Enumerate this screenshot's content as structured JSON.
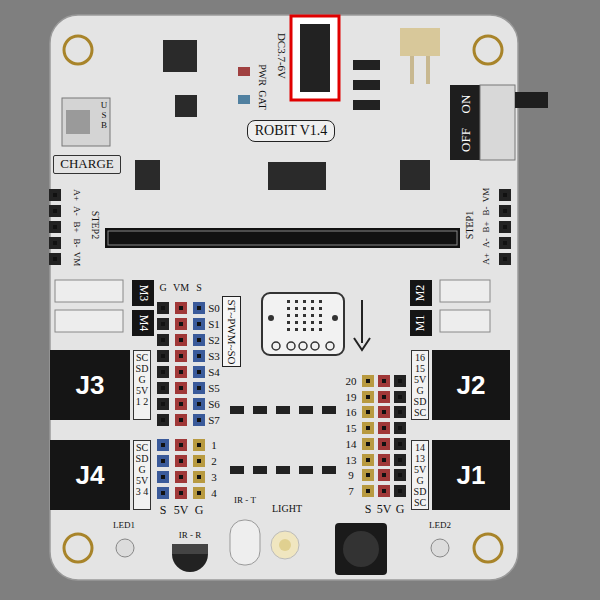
{
  "diagram": {
    "nodes": [
      {
        "text": [
          "ROBIT V1.4"
        ]
      },
      {
        "text": [
          "CHARGE"
        ]
      },
      {
        "text": [
          "J3"
        ]
      },
      {
        "text": [
          "J2"
        ]
      },
      {
        "text": [
          "J4"
        ]
      },
      {
        "text": [
          "J1"
        ]
      },
      {
        "text": [
          "M3"
        ]
      },
      {
        "text": [
          "M4"
        ]
      },
      {
        "text": [
          "M2"
        ]
      },
      {
        "text": [
          "M1"
        ]
      },
      {
        "text": [
          "ST~PWM~SO"
        ]
      },
      {
        "text": [
          "SC SD G 5V 1 2"
        ]
      },
      {
        "text": [
          "16 15 5V G SD SC"
        ]
      },
      {
        "text": [
          "SC SD G 5V 3 4"
        ]
      },
      {
        "text": [
          "14 13 5V G SD SC"
        ]
      }
    ],
    "labels": [
      "USB",
      "PWR",
      "GAT",
      "DC3.7-6V",
      "OFF",
      "ON",
      "STEP2",
      "A+",
      "A-",
      "B+",
      "B-",
      "VM",
      "STEP1",
      "A+",
      "A-",
      "B+",
      "B-",
      "VM",
      "G",
      "VM",
      "S",
      "S0",
      "S1",
      "S2",
      "S3",
      "S4",
      "S5",
      "S6",
      "S7",
      "20",
      "19",
      "16",
      "15",
      "14",
      "13",
      "9",
      "7",
      "1",
      "2",
      "3",
      "4",
      "S",
      "5V",
      "G",
      "S",
      "5V",
      "G",
      "LED1",
      "LED2",
      "IR - R",
      "IR - T",
      "LIGHT"
    ]
  }
}
